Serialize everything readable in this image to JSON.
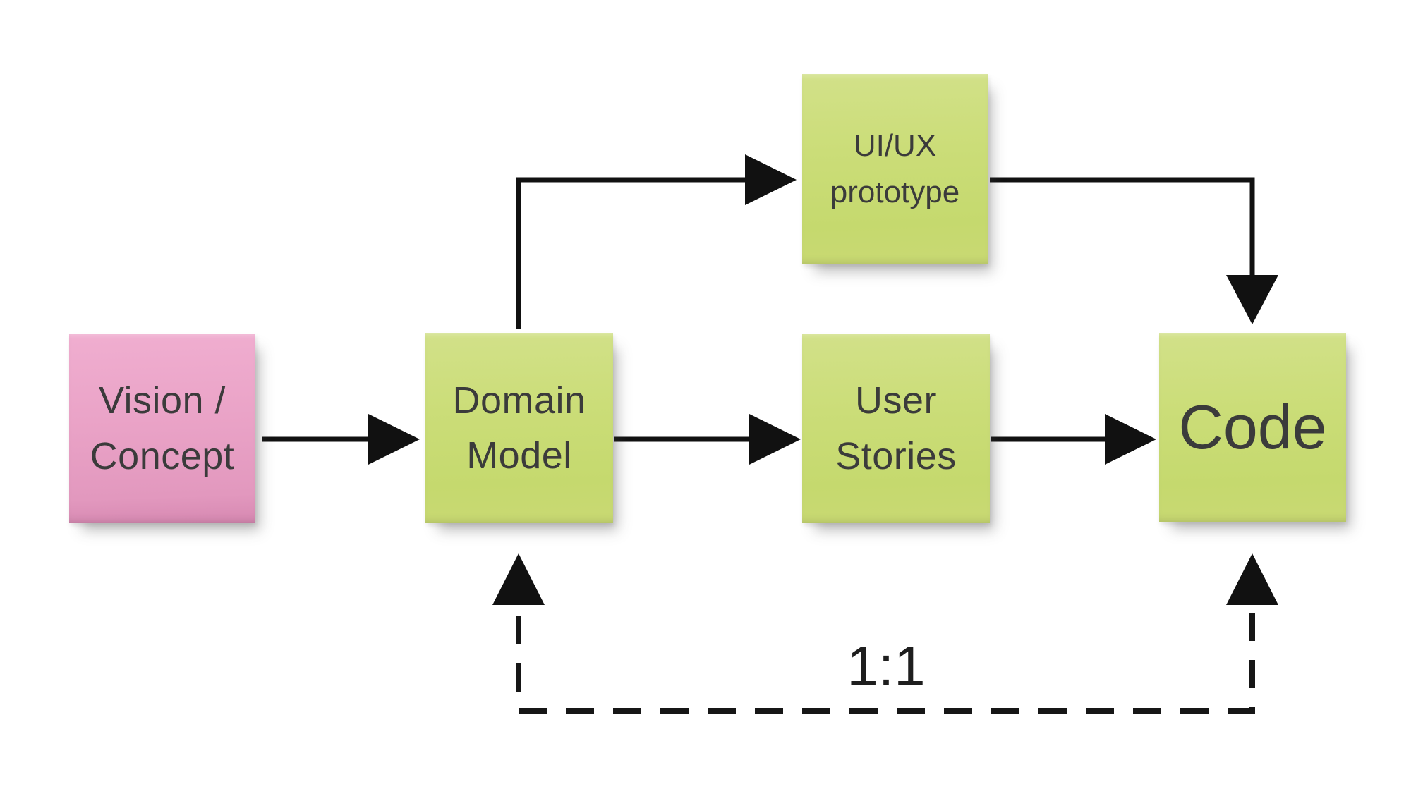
{
  "diagram": {
    "type": "sticky-note-flow-diagram",
    "background": "#ffffff"
  },
  "nodes": [
    {
      "id": "vision-concept",
      "label": "Vision /\nConcept",
      "note_color": "pink"
    },
    {
      "id": "domain-model",
      "label": "Domain\nModel",
      "note_color": "green"
    },
    {
      "id": "uiux-prototype",
      "label": "UI/UX\nprototype",
      "note_color": "green"
    },
    {
      "id": "user-stories",
      "label": "User\nStories",
      "note_color": "green"
    },
    {
      "id": "code",
      "label": "Code",
      "note_color": "green"
    }
  ],
  "edges": [
    {
      "from": "vision-concept",
      "to": "domain-model",
      "style": "solid",
      "arrow": "right"
    },
    {
      "from": "domain-model",
      "to": "uiux-prototype",
      "style": "solid",
      "arrow": "right",
      "shape": "elbow-up"
    },
    {
      "from": "uiux-prototype",
      "to": "code",
      "style": "solid",
      "arrow": "down",
      "shape": "elbow-down"
    },
    {
      "from": "domain-model",
      "to": "user-stories",
      "style": "solid",
      "arrow": "right"
    },
    {
      "from": "user-stories",
      "to": "code",
      "style": "solid",
      "arrow": "right"
    },
    {
      "from": "code",
      "to": "domain-model",
      "style": "dashed",
      "arrow": "both-up",
      "label": "1:1"
    }
  ],
  "colors": {
    "note_green": "#c8db73",
    "note_pink": "#e8a2c5",
    "note_text": "#3b3b3b",
    "arrow": "#111111",
    "background": "#ffffff"
  }
}
